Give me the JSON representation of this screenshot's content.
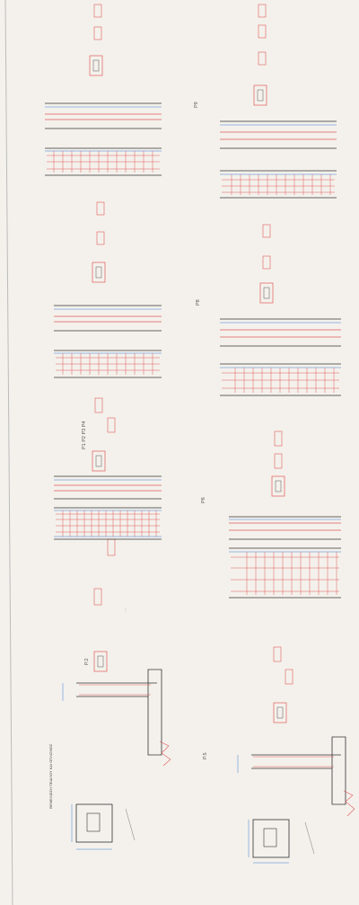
{
  "sheet": {
    "title_block": "",
    "strip_left_labels": [
      "P.2",
      "P.5"
    ],
    "strip_right_labels": [
      "P8",
      "P9"
    ],
    "strip_mid_labels": [
      "P1 P2 P3 P4",
      "P6"
    ],
    "footing_note": "",
    "colors": {
      "rebar": "#e05a5a",
      "dimension": "#3b7bd6",
      "ink": "#333333",
      "paper": "#f4f1ec"
    }
  }
}
